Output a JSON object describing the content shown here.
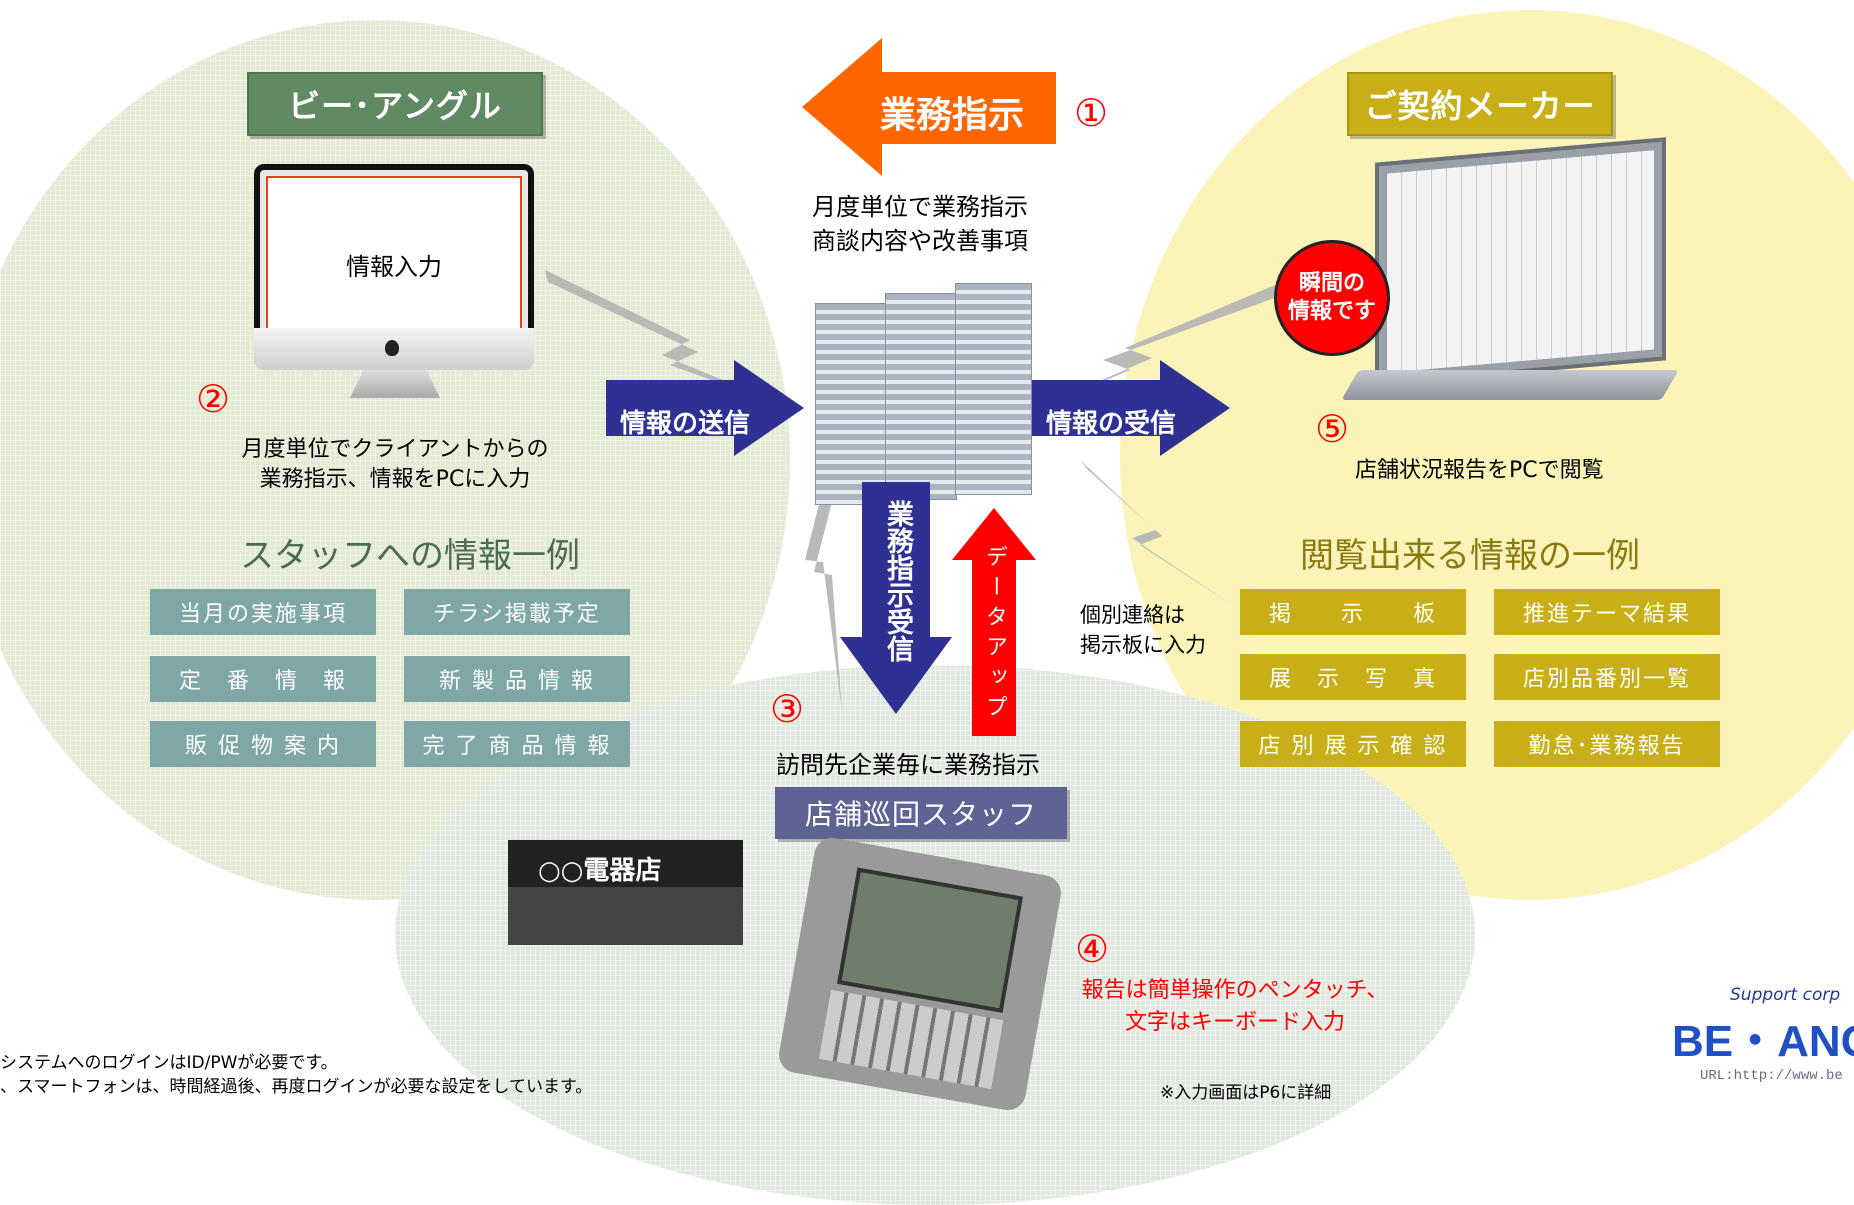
{
  "headers": {
    "left": "ビー･アングル",
    "right": "ご契約メーカー",
    "staff": "店舗巡回スタッフ"
  },
  "numbers": {
    "n1": "①",
    "n2": "②",
    "n3": "③",
    "n4": "④",
    "n5": "⑤"
  },
  "arrows": {
    "instruction": "業務指示",
    "send": "情報の送信",
    "receive": "情報の受信",
    "receive_instruction": "業務指示受信",
    "data_up": "データアップ"
  },
  "monitor": {
    "label": "情報入力"
  },
  "badge": {
    "line1": "瞬間の",
    "line2": "情報です"
  },
  "texts": {
    "top_center_1": "月度単位で業務指示",
    "top_center_2": "商談内容や改善事項",
    "left_desc_1": "月度単位でクライアントからの",
    "left_desc_2": "業務指示、情報をPCに入力",
    "right_desc": "店舗状況報告をPCで閲覧",
    "bottom_center": "訪問先企業毎に業務指示",
    "individual_1": "個別連絡は",
    "individual_2": "掲示板に入力",
    "report_1": "報告は簡単操作のペンタッチ、",
    "report_2": "文字はキーボード入力",
    "store_sign": "○○電器店"
  },
  "left_section": {
    "title": "スタッフへの情報一例",
    "cells": [
      "当月の実施事項",
      "チラシ掲載予定",
      "定　番　情　報",
      "新 製 品 情 報",
      "販 促 物 案 内",
      "完 了 商 品 情 報"
    ]
  },
  "right_section": {
    "title": "閲覧出来る情報の一例",
    "cells": [
      "掲　　示　　板",
      "推進テーマ結果",
      "展　示　写　真",
      "店別品番別一覧",
      "店 別 展 示 確 認",
      "勤怠･業務報告"
    ]
  },
  "footnotes": {
    "line1": "システムへのログインはID/PWが必要です。",
    "line2": "、スマートフォンは、時間経過後、再度ログインが必要な設定をしています。",
    "input_note": "※入力画面はP6に詳細"
  },
  "logo": {
    "support": "Support corp",
    "name": "BE・ANG",
    "url": "URL:http://www.be"
  },
  "colors": {
    "accent_red": "#ff0000",
    "orange": "#ff6600",
    "navy": "#2e3192",
    "green_header": "#5f8a62",
    "gold": "#c8ae17",
    "teal_cell": "#7fa7a6"
  }
}
